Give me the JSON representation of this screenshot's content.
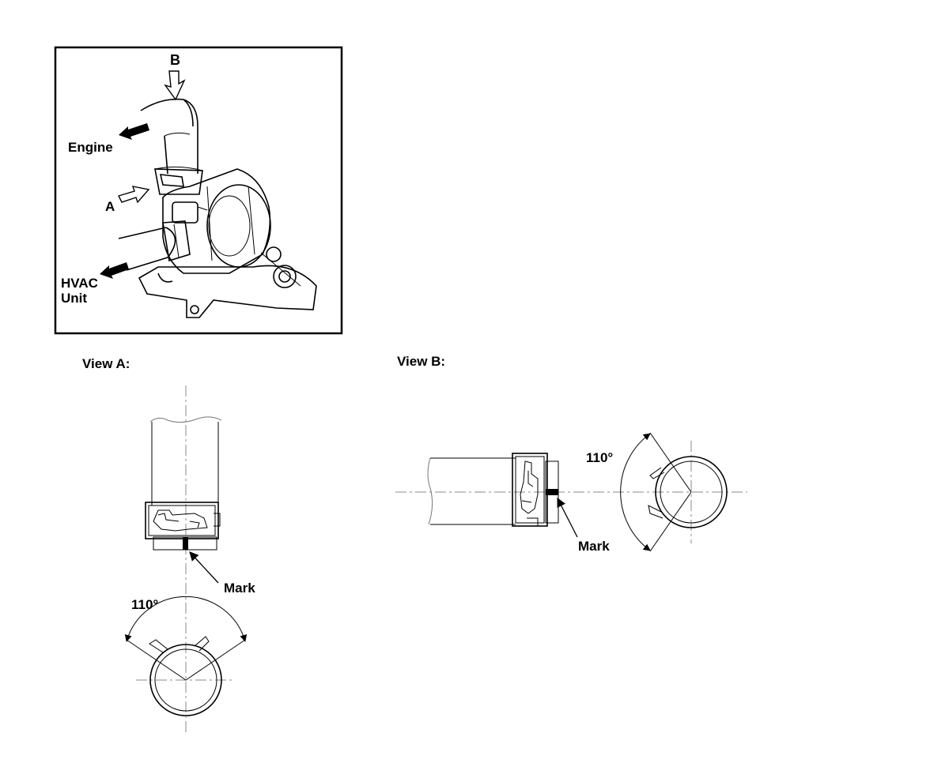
{
  "overview": {
    "label_b": "B",
    "label_a": "A",
    "label_engine": "Engine",
    "label_hvac_line1": "HVAC",
    "label_hvac_line2": "Unit"
  },
  "view_a": {
    "title": "View A:",
    "mark_label": "Mark",
    "angle_label": "110°"
  },
  "view_b": {
    "title": "View B:",
    "mark_label": "Mark",
    "angle_label": "110°"
  }
}
